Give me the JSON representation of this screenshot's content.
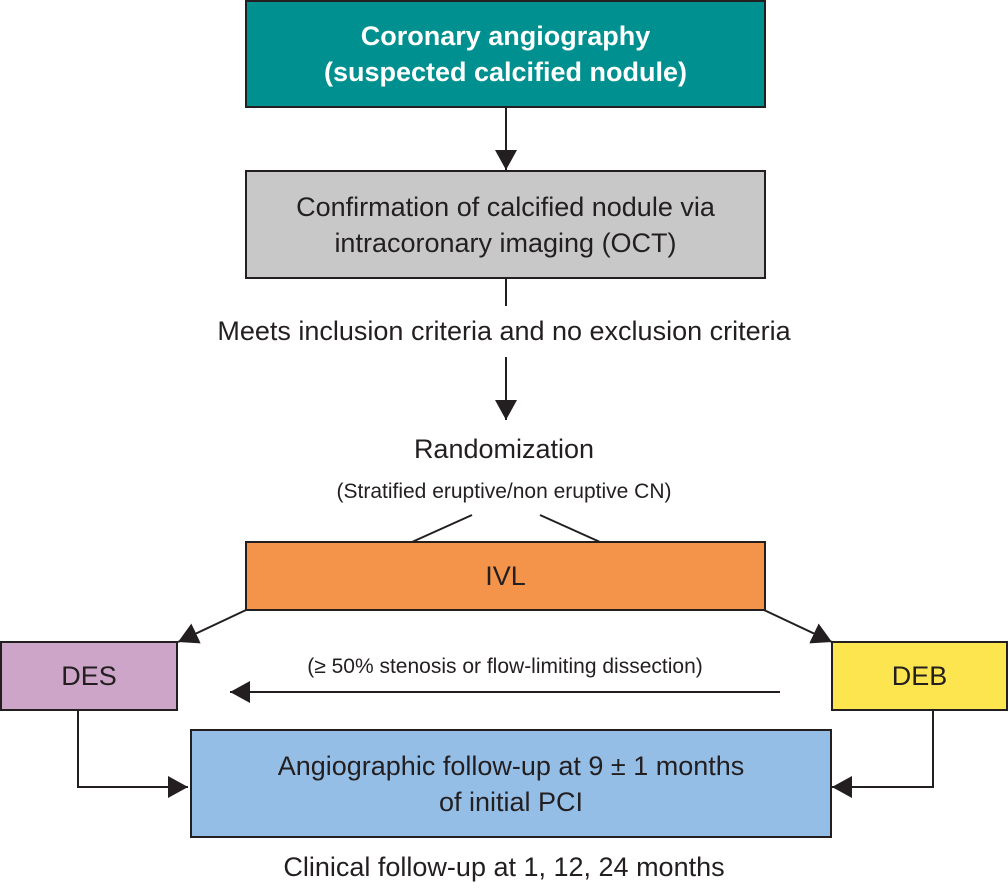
{
  "colors": {
    "teal": "#00908f",
    "gray": "#c8c8c8",
    "orange": "#f3944a",
    "purple": "#cda5c8",
    "yellow": "#fde54f",
    "blue": "#95bee6",
    "line": "#231f20"
  },
  "nodes": {
    "angiography": {
      "line1": "Coronary angiography",
      "line2": "(suspected calcified nodule)"
    },
    "confirmation": {
      "line1": "Confirmation of calcified nodule via",
      "line2": "intracoronary imaging (OCT)"
    },
    "criteria": "Meets inclusion criteria and no exclusion criteria",
    "randomization": {
      "title": "Randomization",
      "subtitle": "(Stratified eruptive/non eruptive CN)"
    },
    "ivl": "IVL",
    "des": "DES",
    "deb": "DEB",
    "bailout": "(≥ 50% stenosis or flow-limiting dissection)",
    "followup": {
      "line1": "Angiographic follow-up at 9 ± 1 months",
      "line2": "of initial PCI"
    },
    "clinical": "Clinical follow-up at 1, 12, 24 months"
  }
}
